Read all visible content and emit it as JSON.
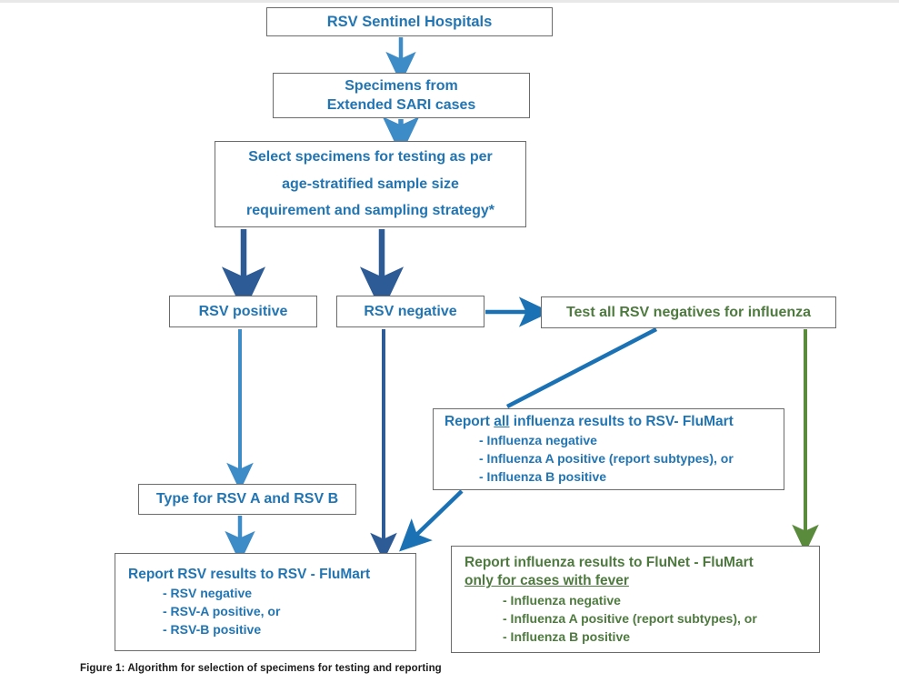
{
  "figure": {
    "caption": "Figure 1: Algorithm for selection of specimens for testing and reporting"
  },
  "colors": {
    "text_blue": "#2275b3",
    "text_green": "#4e7a3f",
    "arrow_light_blue": "#3e8cc7",
    "arrow_navy": "#2d5b96",
    "arrow_medium_blue": "#1a72b5",
    "arrow_green": "#5a8a3c",
    "box_border": "#6b6b6b",
    "background": "#ffffff"
  },
  "nodes": {
    "sentinel": {
      "title": "RSV Sentinel Hospitals"
    },
    "specimens": {
      "line1": "Specimens from",
      "line2": "Extended SARI cases"
    },
    "select": {
      "line1": "Select specimens for testing as per",
      "line2": "age-stratified sample size",
      "line3": "requirement and sampling strategy*"
    },
    "rsv_positive": {
      "title": "RSV positive"
    },
    "rsv_negative": {
      "title": "RSV negative"
    },
    "test_all": {
      "title": "Test all RSV negatives for influenza"
    },
    "report_influenza_rsv_flumart": {
      "title_pre": "Report ",
      "title_underlined": "all",
      "title_post": " influenza results to RSV- FluMart",
      "bullets": [
        "- Influenza negative",
        "- Influenza A positive (report subtypes), or",
        "- Influenza B positive"
      ]
    },
    "type_rsv": {
      "title": "Type for RSV A and RSV B"
    },
    "report_rsv_flumart": {
      "title": "Report RSV results to RSV - FluMart",
      "bullets": [
        "- RSV negative",
        "- RSV-A positive, or",
        "- RSV-B positive"
      ]
    },
    "report_flunet_flumart": {
      "title_line1": "Report influenza results to FluNet - FluMart",
      "title_line2_underlined": "only for cases with fever",
      "bullets": [
        "- Influenza negative",
        "- Influenza A positive (report subtypes), or",
        "- Influenza B positive"
      ]
    }
  },
  "chart_data": {
    "type": "diagram",
    "title": "Figure 1: Algorithm for selection of specimens for testing and reporting",
    "diagram_kind": "flowchart",
    "boxes": [
      {
        "id": "sentinel",
        "label": "RSV Sentinel Hospitals",
        "color": "#2275b3"
      },
      {
        "id": "specimens",
        "label": "Specimens from Extended SARI cases",
        "color": "#2275b3"
      },
      {
        "id": "select",
        "label": "Select specimens for testing as per age-stratified sample size requirement and sampling strategy*",
        "color": "#2275b3"
      },
      {
        "id": "rsv_positive",
        "label": "RSV positive",
        "color": "#2275b3"
      },
      {
        "id": "rsv_negative",
        "label": "RSV negative",
        "color": "#2275b3"
      },
      {
        "id": "test_all",
        "label": "Test all RSV negatives for influenza",
        "color": "#4e7a3f"
      },
      {
        "id": "report_influenza_rsv_flumart",
        "label": "Report all influenza results to RSV- FluMart",
        "color": "#2275b3"
      },
      {
        "id": "type_rsv",
        "label": "Type for RSV A and RSV B",
        "color": "#2275b3"
      },
      {
        "id": "report_rsv_flumart",
        "label": "Report RSV results to RSV - FluMart",
        "color": "#2275b3"
      },
      {
        "id": "report_flunet_flumart",
        "label": "Report influenza results to FluNet - FluMart only for cases with fever",
        "color": "#4e7a3f"
      }
    ],
    "edges": [
      {
        "from": "sentinel",
        "to": "specimens",
        "color": "#3e8cc7"
      },
      {
        "from": "specimens",
        "to": "select",
        "color": "#3e8cc7"
      },
      {
        "from": "select",
        "to": "rsv_positive",
        "color": "#2d5b96"
      },
      {
        "from": "select",
        "to": "rsv_negative",
        "color": "#2d5b96"
      },
      {
        "from": "rsv_negative",
        "to": "test_all",
        "color": "#1a72b5"
      },
      {
        "from": "rsv_positive",
        "to": "type_rsv",
        "color": "#3e8cc7"
      },
      {
        "from": "type_rsv",
        "to": "report_rsv_flumart",
        "color": "#3e8cc7"
      },
      {
        "from": "rsv_negative",
        "to": "report_rsv_flumart",
        "color": "#2d5b96"
      },
      {
        "from": "test_all",
        "to": "report_influenza_rsv_flumart",
        "color": "#1a72b5"
      },
      {
        "from": "report_influenza_rsv_flumart",
        "to": "report_rsv_flumart",
        "color": "#1a72b5"
      },
      {
        "from": "test_all",
        "to": "report_flunet_flumart",
        "color": "#5a8a3c"
      }
    ]
  }
}
